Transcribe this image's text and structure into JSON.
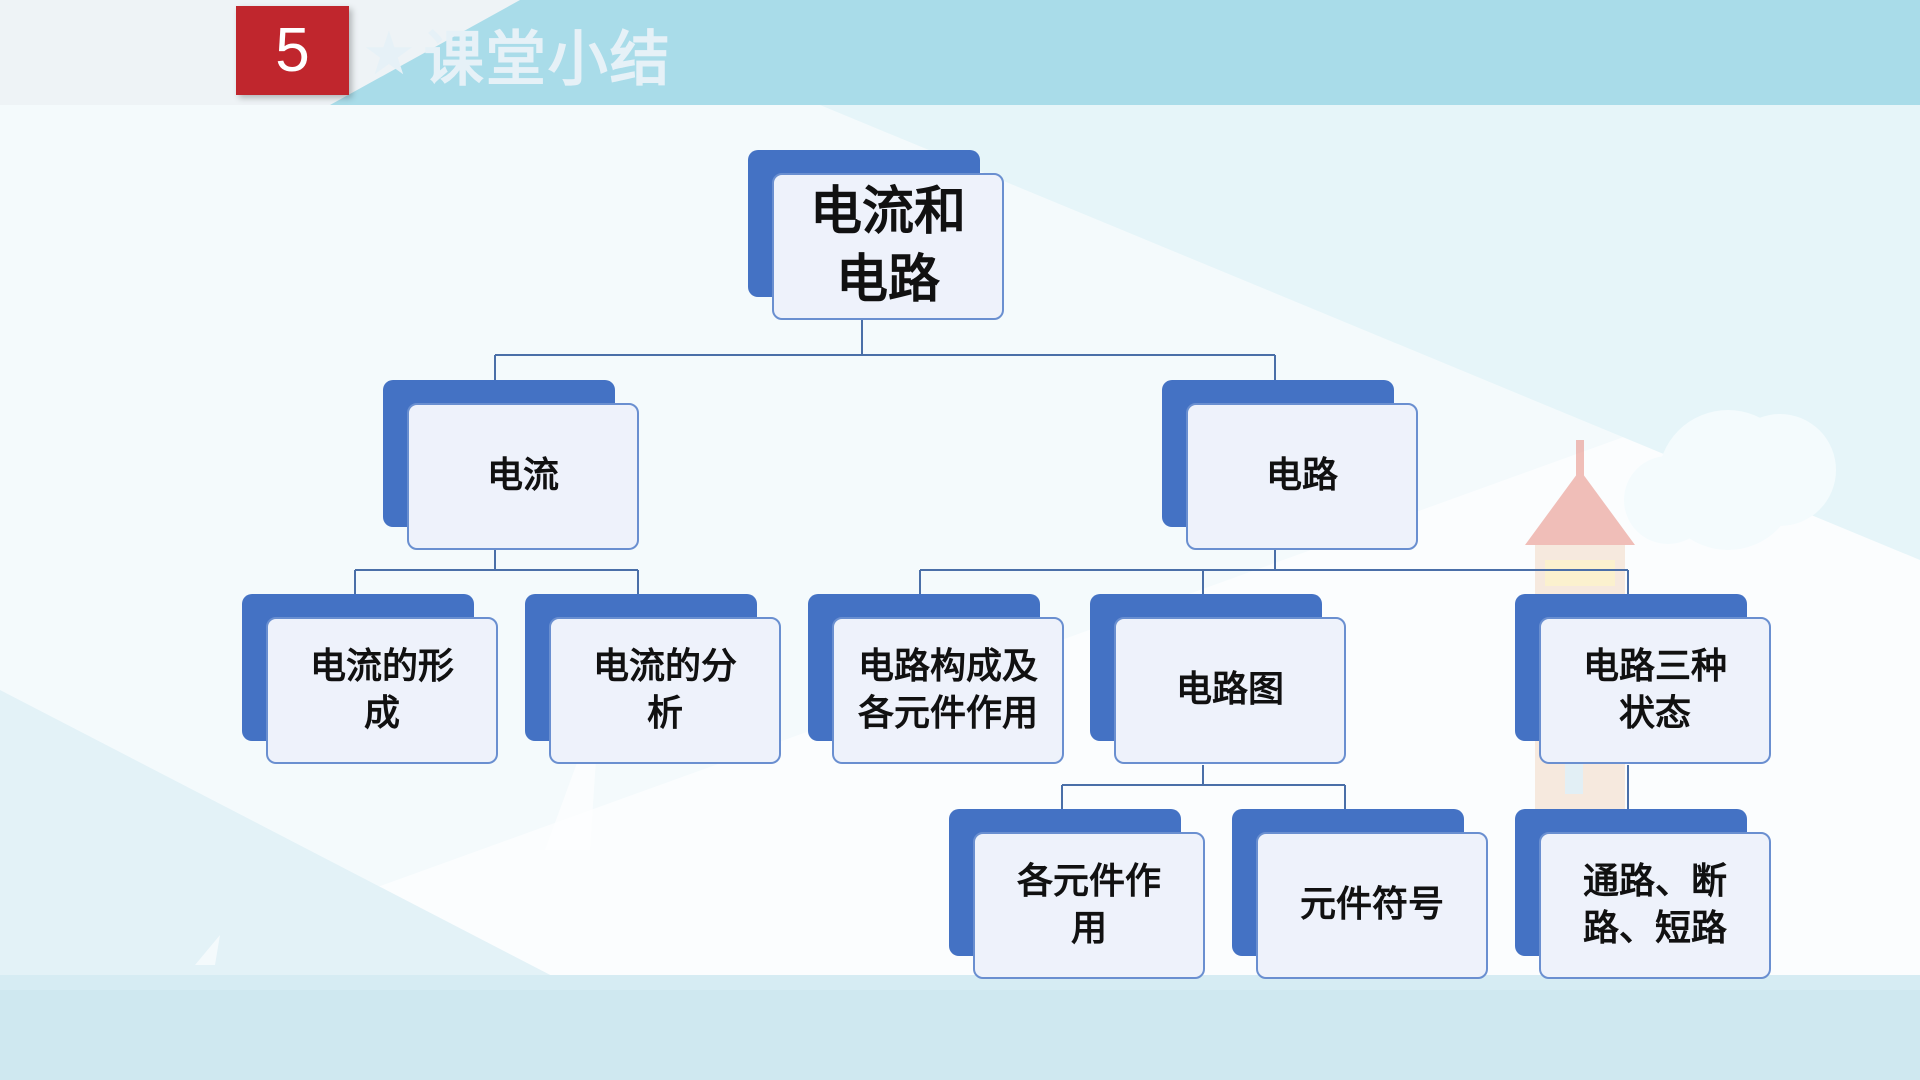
{
  "header": {
    "number": "5",
    "star": "★",
    "title": "课堂小结"
  },
  "colors": {
    "header_badge": "#c0262d",
    "node_back": "#4472c4",
    "node_front": "#eef2fb",
    "node_border": "#6a8fd0",
    "connector": "#4a6fa8",
    "header_band": "#a9dce9"
  },
  "diagram": {
    "root": "电流和\n电路",
    "current": {
      "label": "电流",
      "children": [
        "电流的形\n成",
        "电流的分\n析"
      ]
    },
    "circuit": {
      "label": "电路",
      "children": [
        "电路构成及\n各元件作用",
        "电路图",
        "电路三种\n状态"
      ],
      "diagram_children": [
        "各元件作\n用",
        "元件符号"
      ],
      "state_children": [
        "通路、断\n路、短路"
      ]
    }
  }
}
